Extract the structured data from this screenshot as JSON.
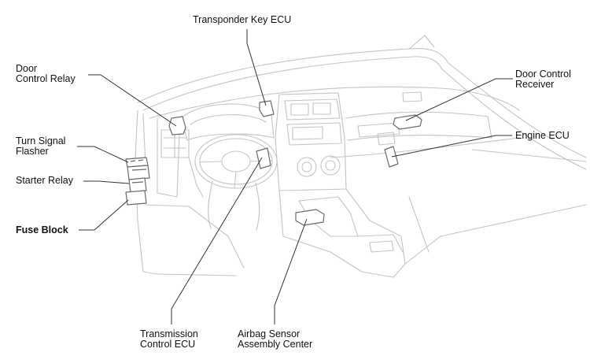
{
  "labels": {
    "transponder_key_ecu": [
      "Transponder Key ECU"
    ],
    "door_control_relay": [
      "Door",
      "Control Relay"
    ],
    "door_control_receiver": [
      "Door Control",
      "Receiver"
    ],
    "engine_ecu": [
      "Engine ECU"
    ],
    "turn_signal_flasher": [
      "Turn Signal",
      "Flasher"
    ],
    "starter_relay": [
      "Starter Relay"
    ],
    "fuse_block": [
      "Fuse Block"
    ],
    "transmission_control_ecu": [
      "Transmission",
      "Control ECU"
    ],
    "airbag_sensor_assembly_center": [
      "Airbag Sensor",
      "Assembly Center"
    ]
  },
  "colors": {
    "outline": "#c4c4c4",
    "component": "#6a6a6a",
    "leader": "#333333",
    "text": "#111111"
  }
}
